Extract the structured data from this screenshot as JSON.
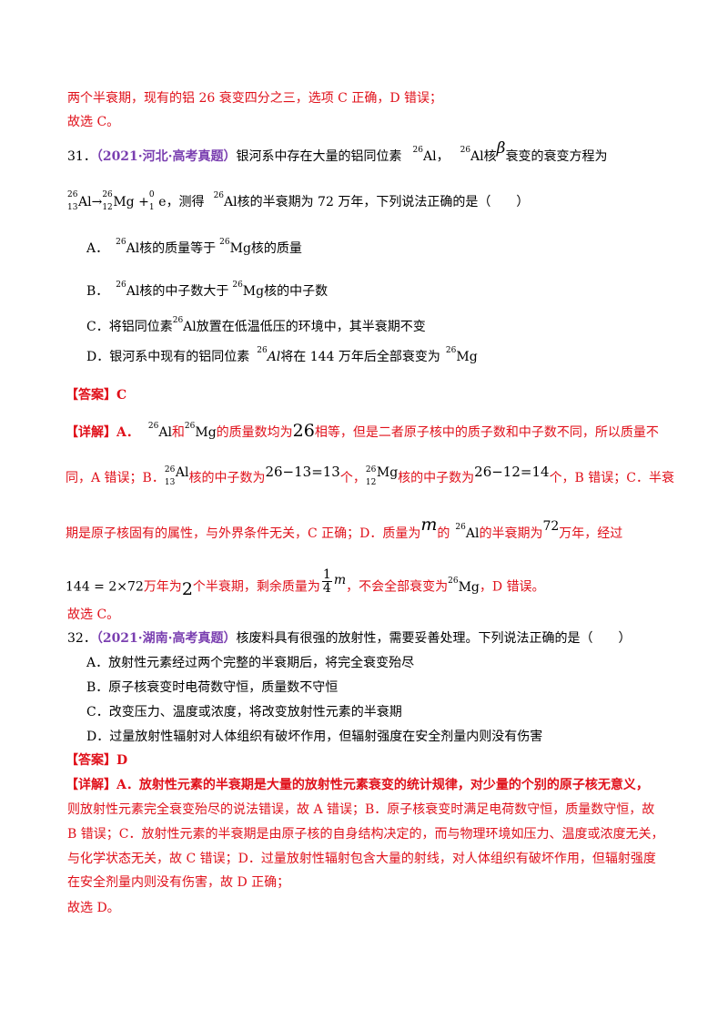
{
  "prev": {
    "line1": "两个半衰期，现有的铝 26 衰变四分之三，选项 C 正确，D 错误；",
    "line2": "故选 C。"
  },
  "q31": {
    "number": "31．",
    "source": "（2021·河北·高考真题）",
    "stem1a": "银河系中存在大量的铝同位素",
    "stem1b": "，",
    "stem1c": "核",
    "stem1d": "衰变的衰变方程为",
    "beta": "β",
    "stem2": "，测得",
    "stem2b": "核的半衰期为 72 万年，下列说法正确的是（　　）",
    "optA_pre": "A．",
    "optA_mid": "核的质量等于",
    "optA_post": "核的质量",
    "optB_pre": "B．",
    "optB_mid": "核的中子数大于",
    "optB_post": "核的中子数",
    "optC_pre": "C．将铝同位素",
    "optC_post": "放置在低温低压的环境中，其半衰期不变",
    "optD_pre": "D．银河系中现有的铝同位素",
    "optD_mid": "将在 144 万年后全部衰变为",
    "answer": "【答案】C",
    "exp_label": "【详解】A．",
    "exp1a": "和",
    "exp1b": "的质量数均为",
    "exp1c": "相等，但是二者原子核中的质子数和中子数不同，所以质量不",
    "exp2a": "同，A 错误；B．",
    "exp2b": "核的中子数为",
    "exp2c": "个，",
    "exp2d": "核的中子数为",
    "exp2e": "个，B 错误；C．半衰",
    "exp3a": "期是原子核固有的属性，与外界条件无关，C 正确；D．质量为",
    "exp3b": "的",
    "exp3c": "的半衰期为",
    "exp3d": "万年，经过",
    "exp4a": "万年为",
    "exp4b": "个半衰期，剩余质量为",
    "exp4c": "，不会全部衰变为",
    "exp4d": "，D 错误。",
    "final": "故选 C。",
    "n26": "26",
    "eq1": "26−13=13",
    "eq2": "26−12=14",
    "m": "m",
    "n72": "72",
    "eq144": "144 = 2×72",
    "n2": "2",
    "frac_num": "1",
    "frac_den": "4",
    "iso_mass": "26",
    "iso_al_z": "13",
    "iso_mg_z": "12",
    "el_al": "Al",
    "el_mg": "Mg",
    "el_e": "e",
    "e_mass": "0",
    "e_z": "1",
    "arrow": "→",
    "plus": "+"
  },
  "q32": {
    "number": "32．",
    "source": "（2021·湖南·高考真题）",
    "stem": "核废料具有很强的放射性，需要妥善处理。下列说法正确的是（　　）",
    "optA": "A．放射性元素经过两个完整的半衰期后，将完全衰变殆尽",
    "optB": "B．原子核衰变时电荷数守恒，质量数不守恒",
    "optC": "C．改变压力、温度或浓度，将改变放射性元素的半衰期",
    "optD": "D．过量放射性辐射对人体组织有破坏作用，但辐射强度在安全剂量内则没有伤害",
    "answer": "【答案】D",
    "exp1": "【详解】A．放射性元素的半衰期是大量的放射性元素衰变的统计规律，对少量的个别的原子核无意义，",
    "exp2": "则放射性元素完全衰变殆尽的说法错误，故 A 错误；B．原子核衰变时满足电荷数守恒，质量数守恒，故",
    "exp3": "B 错误；C．放射性元素的半衰期是由原子核的自身结构决定的，而与物理环境如压力、温度或浓度无关，",
    "exp4": "与化学状态无关，故 C 错误；D．过量放射性辐射包含大量的射线，对人体组织有破坏作用，但辐射强度",
    "exp5": "在安全剂量内则没有伤害，故 D 正确；",
    "final": "故选 D。"
  }
}
